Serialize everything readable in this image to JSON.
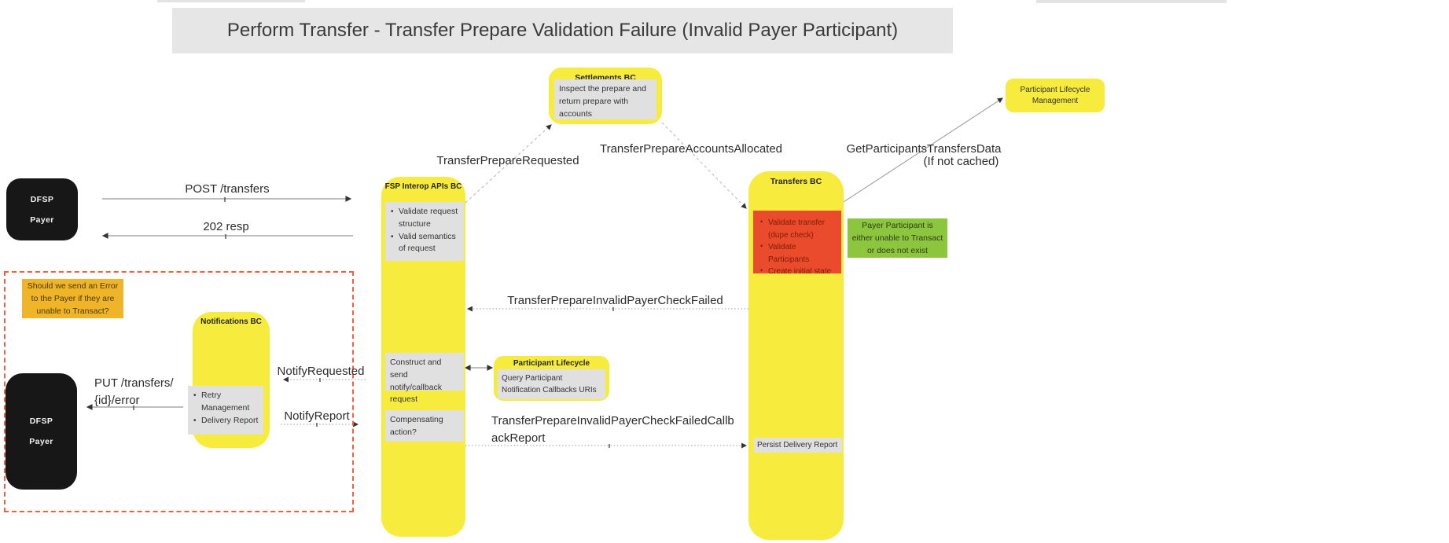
{
  "title": "Perform Transfer - Transfer Prepare Validation Failure (Invalid Payer Participant)",
  "actors": {
    "payer_top": {
      "line1": "DFSP",
      "line2": "Payer"
    },
    "payer_bottom": {
      "line1": "DFSP",
      "line2": "Payer"
    }
  },
  "boxes": {
    "fsp_interop": {
      "header": "FSP Interop APIs BC",
      "validate_items": [
        "Validate request structure",
        "Valid semantics of request"
      ],
      "construct": "Construct and send notify/callback request",
      "compensating": "Compensating action?"
    },
    "settlements": {
      "header": "Settlements BC",
      "body": "Inspect the prepare and return prepare with accounts"
    },
    "transfers": {
      "header": "Transfers BC",
      "validate_items": [
        "Validate transfer (dupe check)",
        "Validate Participants",
        "Create initial state"
      ],
      "persist": "Persist Delivery Report"
    },
    "notifications": {
      "header": "Notifications BC",
      "items": [
        "Retry Management",
        "Delivery Report"
      ]
    },
    "participant_lifecycle_mgmt": {
      "line1": "Participant Lifecycle",
      "line2": "Management"
    },
    "participant_lifecycle_query": {
      "header": "Participant Lifecycle",
      "body": "Query Participant Notification Callbacks URIs"
    },
    "green_note": "Payer Participant is either unable to Transact or does not exist",
    "orange_note": "Should we send an Error to the Payer if they are unable to Transact?"
  },
  "messages": {
    "post_transfers": "POST /transfers",
    "resp_202": "202 resp",
    "put_line1": "PUT /transfers/",
    "put_line2": "{id}/error",
    "notify_requested": "NotifyRequested",
    "notify_report": "NotifyReport",
    "transfer_prepare_requested": "TransferPrepareRequested",
    "transfer_prepare_accounts_allocated": "TransferPrepareAccountsAllocated",
    "invalid_payer_check_failed": "TransferPrepareInvalidPayerCheckFailed",
    "callback_report_line1": "TransferPrepareInvalidPayerCheckFailedCallb",
    "callback_report_line2": "ackReport",
    "get_participants_line1": "GetParticipantsTransfersData",
    "get_participants_line2": "(If not cached)"
  },
  "colors": {
    "bc_yellow": "#f7ec3e",
    "inner_gray": "#e0e0e0",
    "red_task": "#eb4b2d",
    "green_note": "#8cc63f",
    "orange_note": "#f0b429",
    "actor_black": "#171717",
    "dashed_region": "#f2613c",
    "title_bar": "#e6e6e6"
  }
}
